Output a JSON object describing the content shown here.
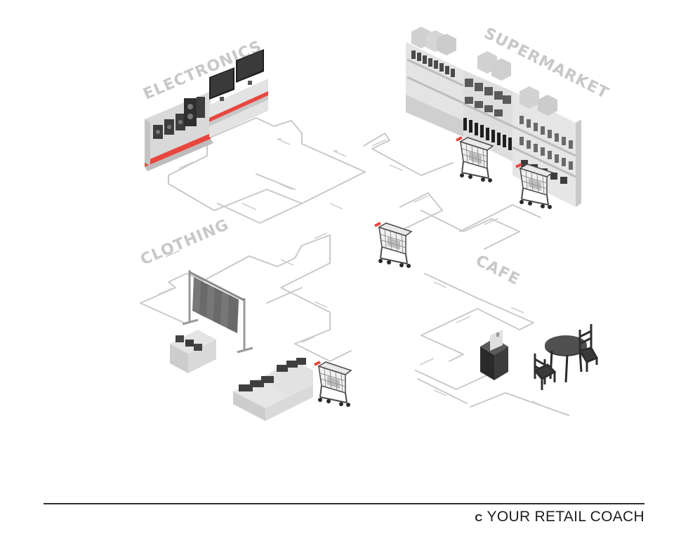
{
  "zones": {
    "electronics": "ELECTRONICS",
    "supermarket": "SUPERMARKET",
    "clothing": "CLOTHING",
    "cafe": "CAFE"
  },
  "footer": {
    "brand_mark": "C",
    "brand_name": "YOUR RETAIL COACH"
  },
  "colors": {
    "accent": "#e8463f",
    "fixture_light": "#e6e6e6",
    "fixture_mid": "#cfcfcf",
    "fixture_dark": "#3a3a3a",
    "path": "#c9c9c9",
    "label": "#c8c8c8"
  }
}
